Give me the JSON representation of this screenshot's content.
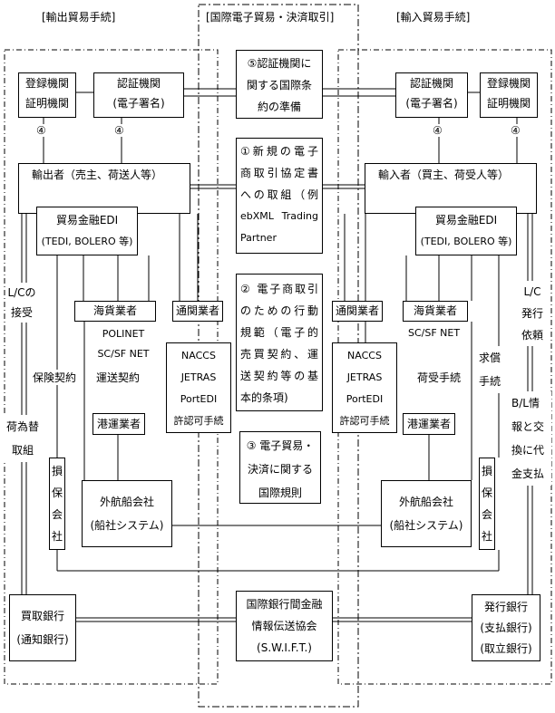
{
  "regions": {
    "export": "[輸出貿易手続]",
    "center": "[国際電子貿易・決済取引]",
    "import": "[輸入貿易手続]"
  },
  "left": {
    "registry": [
      "登録機関",
      "証明機関"
    ],
    "cert": [
      "認証機関",
      "(電子署名)"
    ],
    "exporter": "輸出者（売主、荷送人等）",
    "edi": [
      "貿易金融EDI",
      "(TEDI, BOLERO 等)"
    ],
    "marine_forwarder": "海貨業者",
    "customs_broker": "通関業者",
    "sys1": [
      "POLINET",
      "SC/SF NET"
    ],
    "sys2": [
      "NACCS",
      "JETRAS",
      "PortEDI",
      "許認可手続"
    ],
    "port_operator": "港運業者",
    "shipping_co": [
      "外航船会社",
      "(船社システム)"
    ],
    "insurer": [
      "損",
      "保",
      "会",
      "社"
    ],
    "bank": [
      "買取銀行",
      "(通知銀行)"
    ],
    "lc_receipt": [
      "L/Cの",
      "接受"
    ],
    "insurance_contract": "保険契約",
    "transport_contract": "運送契約",
    "negotiation": [
      "荷為替",
      "取組"
    ],
    "num4": "④"
  },
  "center": {
    "item5": [
      "⑤認証機関に",
      "関する国際条",
      "約の準備"
    ],
    "item1": [
      "①新規の電子",
      "商取引協定書",
      "への取組（例",
      "ebXML Trading",
      "Partner"
    ],
    "item2": [
      "② 電子商取引",
      "のための行動",
      "規範（電子的",
      "売買契約、運",
      "送契約等の基",
      "本的条項)"
    ],
    "item3": [
      "③ 電子貿易・",
      "決済に関する",
      "国際規則"
    ],
    "swift": [
      "国際銀行間金融",
      "情報伝送協会",
      "(S.W.I.F.T.)"
    ]
  },
  "right": {
    "cert": [
      "認証機関",
      "(電子署名)"
    ],
    "registry": [
      "登録機関",
      "証明機関"
    ],
    "importer": "輸入者（買主、荷受人等）",
    "edi": [
      "貿易金融EDI",
      "(TEDI, BOLERO 等)"
    ],
    "customs_broker": "通関業者",
    "marine_forwarder": "海貨業者",
    "sys1": "SC/SF NET",
    "sys2": [
      "NACCS",
      "JETRAS",
      "PortEDI",
      "許認可手続"
    ],
    "cargo_receipt": "荷受手続",
    "port_operator": "港運業者",
    "shipping_co": [
      "外航船会社",
      "(船社システム)"
    ],
    "insurer": [
      "損",
      "保",
      "会",
      "社"
    ],
    "bank": [
      "発行銀行",
      "(支払銀行)",
      "(取立銀行)"
    ],
    "lc_issue": [
      "L/C",
      "発行",
      "依頼"
    ],
    "collection": [
      "求償",
      "手続"
    ],
    "bl_exchange": [
      "B/L情",
      "報と交",
      "換に代",
      "金支払"
    ],
    "num4": "④"
  }
}
